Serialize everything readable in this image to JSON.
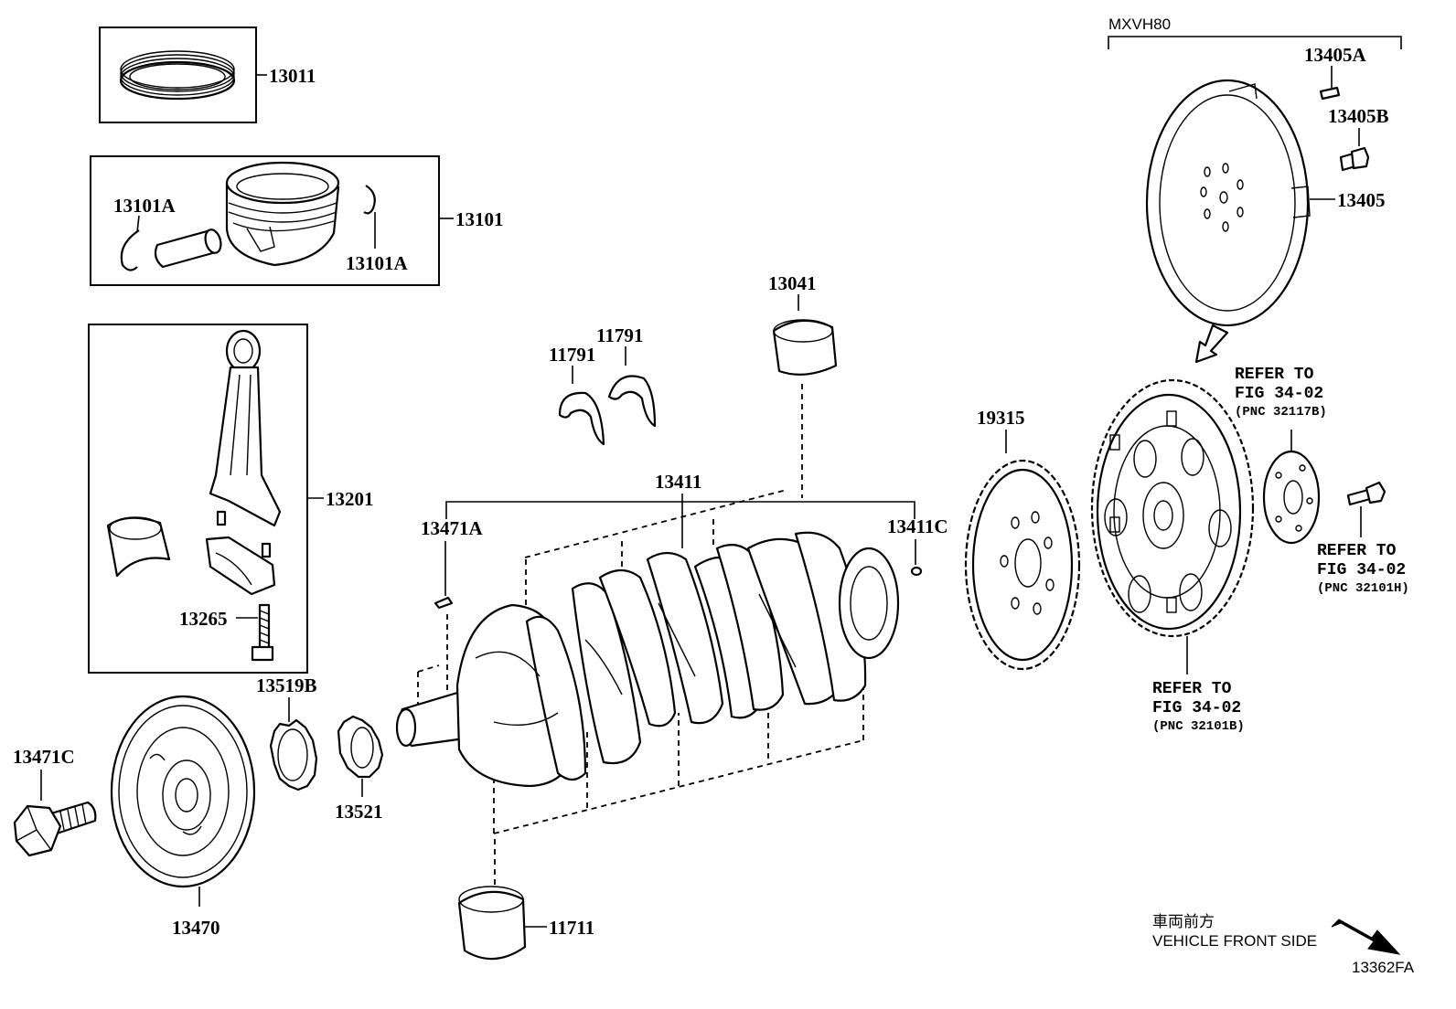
{
  "diagram": {
    "model_bracket": "MXVH80",
    "figure_id": "13362FA",
    "direction": {
      "jp": "車両前方",
      "en": "VEHICLE FRONT SIDE"
    },
    "parts": {
      "p13011": "13011",
      "p13101": "13101",
      "p13101A_left": "13101A",
      "p13101A_right": "13101A",
      "p13201": "13201",
      "p13265": "13265",
      "p13041": "13041",
      "p11791_left": "11791",
      "p11791_right": "11791",
      "p13411": "13411",
      "p13471A": "13471A",
      "p13411C": "13411C",
      "p19315": "19315",
      "p13405A": "13405A",
      "p13405B": "13405B",
      "p13405": "13405",
      "p13519B": "13519B",
      "p13521": "13521",
      "p13471C": "13471C",
      "p13470": "13470",
      "p11711": "11711"
    },
    "refer_notes": {
      "a": {
        "line1": "REFER TO",
        "line2": "FIG 34-02",
        "line3": "(PNC 32117B)"
      },
      "b": {
        "line1": "REFER TO",
        "line2": "FIG 34-02",
        "line3": "(PNC 32101H)"
      },
      "c": {
        "line1": "REFER TO",
        "line2": "FIG 34-02",
        "line3": "(PNC 32101B)"
      }
    }
  }
}
